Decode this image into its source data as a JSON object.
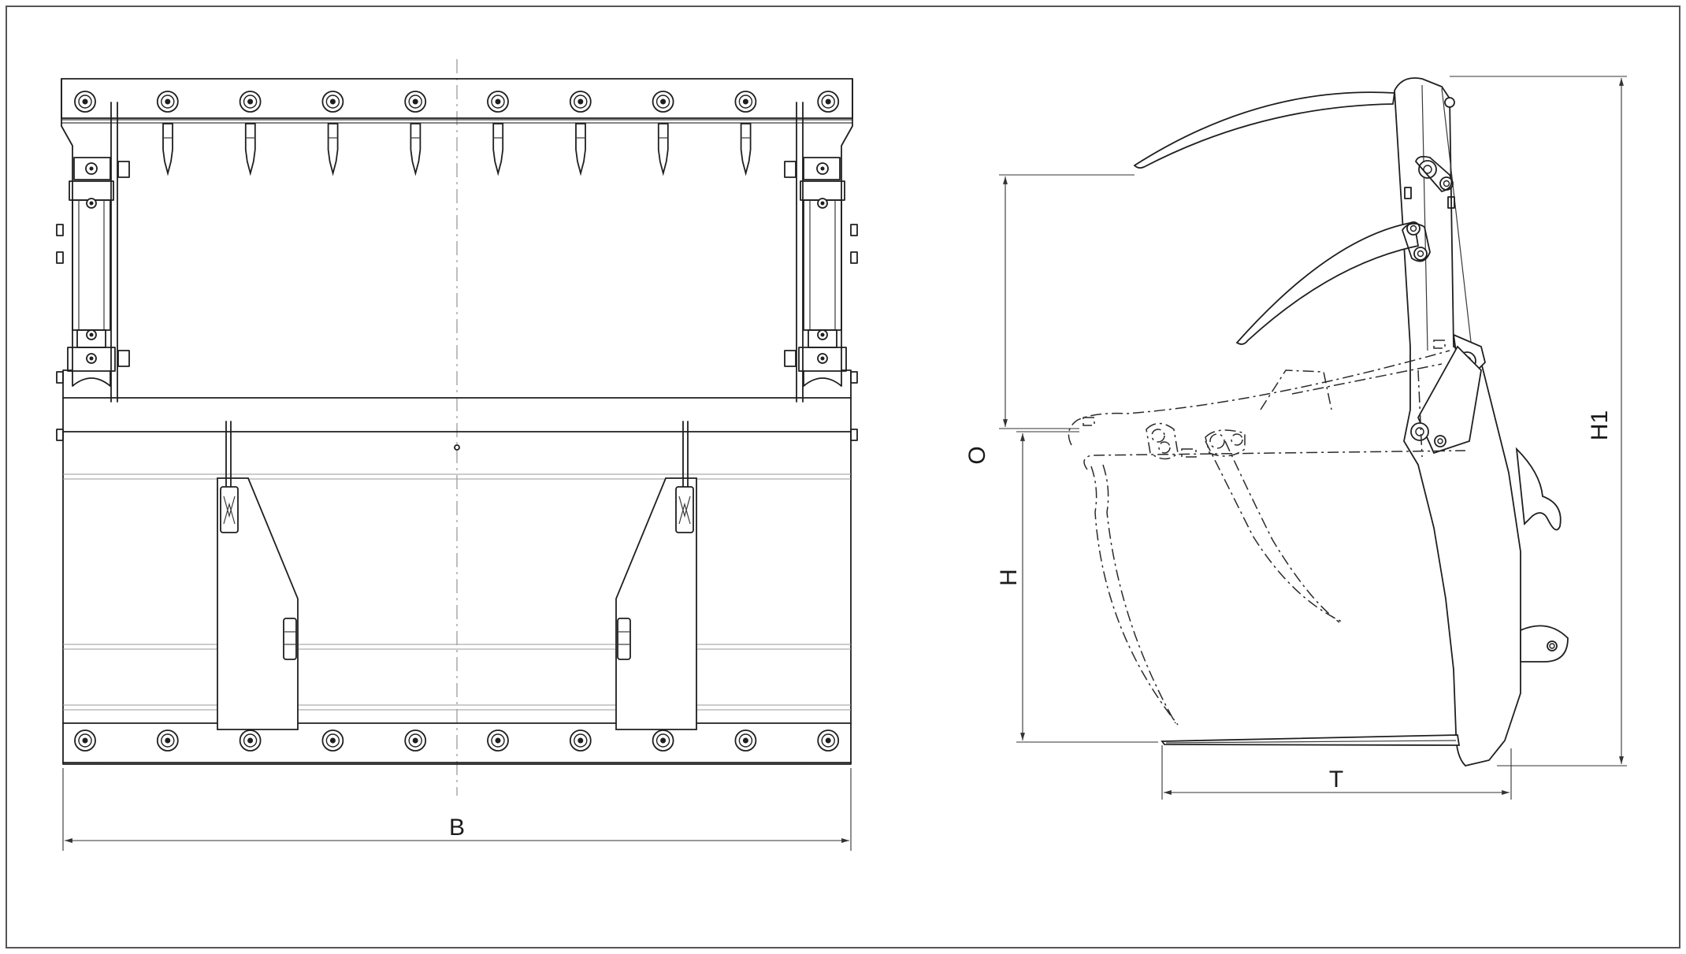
{
  "dimensions": {
    "width_label": "B",
    "opening_label": "O",
    "height_label": "H",
    "overall_height_label": "H1",
    "tine_length_label": "T"
  }
}
